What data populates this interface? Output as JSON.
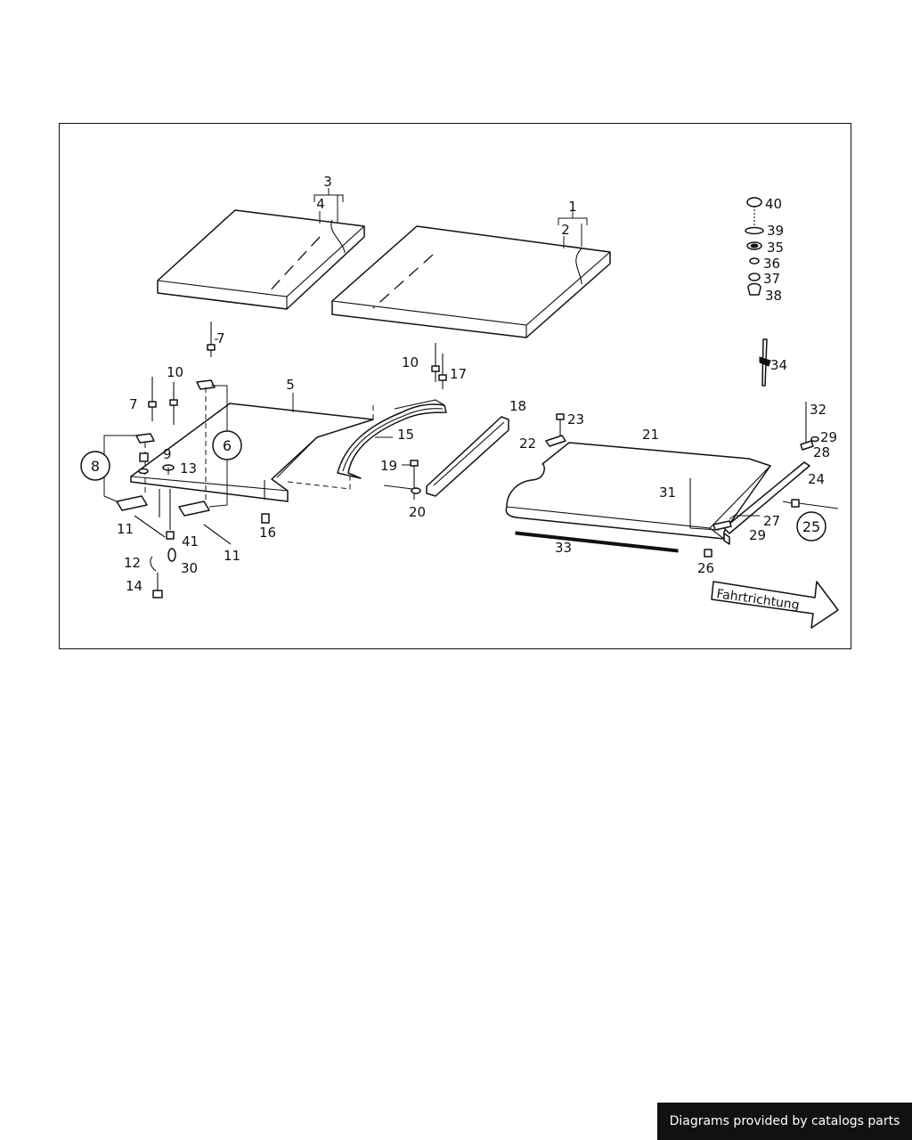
{
  "callouts": [
    "1",
    "2",
    "3",
    "4",
    "5",
    "6",
    "7",
    "7",
    "8",
    "9",
    "10",
    "10",
    "11",
    "11",
    "12",
    "13",
    "14",
    "15",
    "16",
    "17",
    "18",
    "19",
    "20",
    "21",
    "22",
    "23",
    "24",
    "25",
    "26",
    "27",
    "28",
    "29",
    "29",
    "30",
    "31",
    "32",
    "33",
    "34",
    "35",
    "36",
    "37",
    "38",
    "39",
    "40",
    "41"
  ],
  "direction_arrow": {
    "label": "Fahrtrichtung"
  },
  "footer": {
    "text": "Diagrams provided by catalogs parts"
  }
}
